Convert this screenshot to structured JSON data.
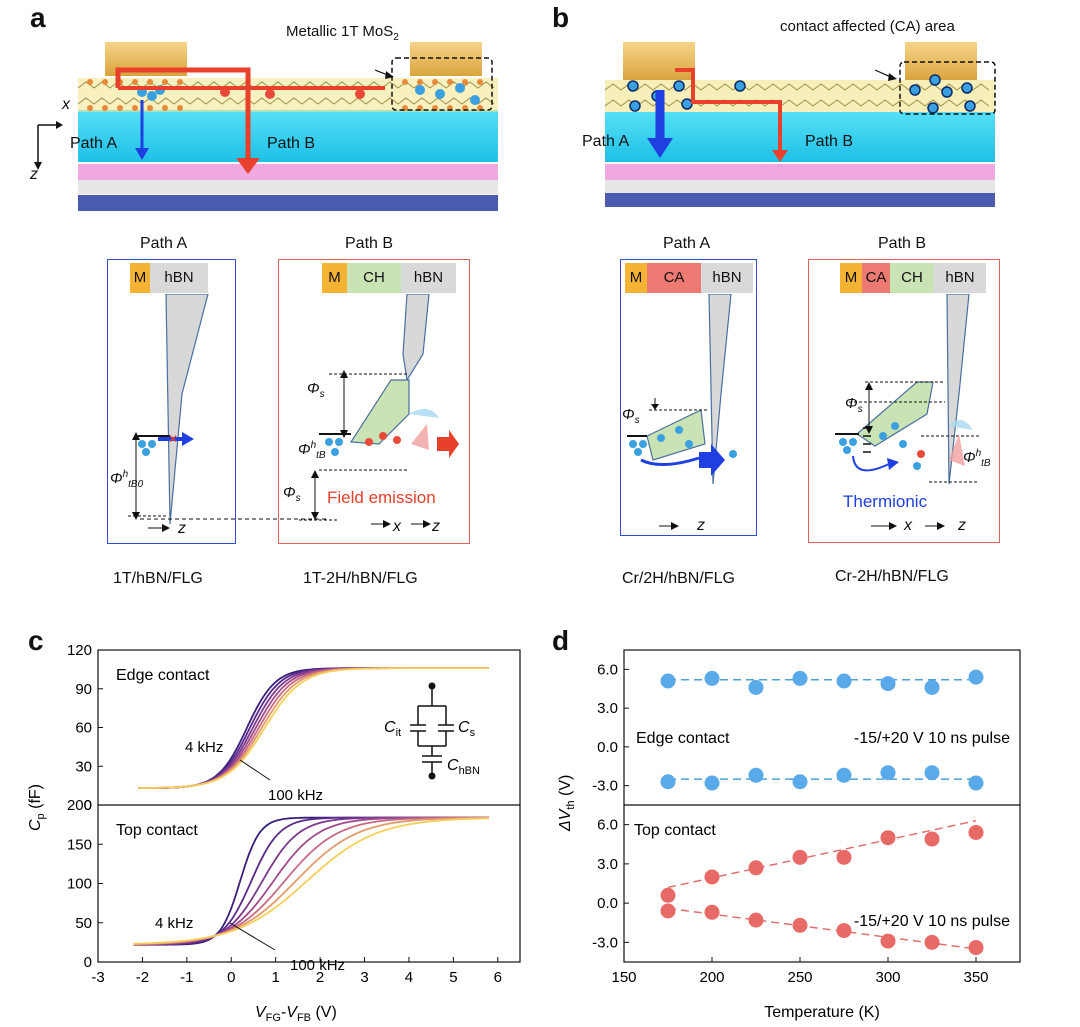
{
  "panels": {
    "a": "a",
    "b": "b",
    "c": "c",
    "d": "d"
  },
  "a": {
    "metallic_label": "Metallic 1T MoS",
    "metallic_sub": "2",
    "axis_x": "x",
    "axis_z": "z",
    "path_a": "Path A",
    "path_b": "Path B",
    "diagA": {
      "title": "Path A",
      "bar": [
        "M",
        "hBN"
      ],
      "phi_label": "Φ",
      "phi_sup": "h",
      "phi_sub": "tB0",
      "axis_z": "z",
      "caption": "1T/hBN/FLG"
    },
    "diagB": {
      "title": "Path B",
      "bar": [
        "M",
        "CH",
        "hBN"
      ],
      "phi_s": "Φ",
      "phi_s_sub": "s",
      "phi_tb": "Φ",
      "phi_tb_sup": "h",
      "phi_tb_sub": "tB",
      "field_emission": "Field emission",
      "axis_x": "x",
      "axis_z": "z",
      "caption": "1T-2H/hBN/FLG"
    }
  },
  "b": {
    "ca_label": "contact affected (CA) area",
    "path_a": "Path A",
    "path_b": "Path B",
    "diagA": {
      "title": "Path A",
      "bar": [
        "M",
        "CA",
        "hBN"
      ],
      "phi_s": "Φ",
      "phi_s_sub": "s",
      "axis_z": "z",
      "caption": "Cr/2H/hBN/FLG"
    },
    "diagB": {
      "title": "Path B",
      "bar": [
        "M",
        "CA",
        "CH",
        "hBN"
      ],
      "phi_s": "Φ",
      "phi_s_sub": "s",
      "phi_tb": "Φ",
      "phi_tb_sup": "h",
      "phi_tb_sub": "tB",
      "thermionic": "Thermionic",
      "axis_x": "x",
      "axis_z": "z",
      "caption": "Cr-2H/hBN/FLG"
    }
  },
  "colors": {
    "metal": "#f5b335",
    "hbn": "#d9d9d9",
    "ch": "#c9e3b4",
    "ca": "#ec7a72",
    "frameA": "#2f4fd0",
    "frameB": "#e0625c",
    "arrowBlue": "#1f3fe0",
    "arrowRed": "#e8402a",
    "edge_dot": "#5aa9e8",
    "top_dot": "#e86a66"
  },
  "chart_data": [
    {
      "type": "line",
      "title": "",
      "xlabel": "V_FG-V_FB (V)",
      "xlabel_parts": [
        "V",
        "FG",
        "-",
        "V",
        "FB",
        " (V)"
      ],
      "ylabel_parts": [
        "C",
        "p",
        " (fF)"
      ],
      "xlim": [
        -3,
        6.5
      ],
      "xticks": [
        "-3",
        "-2",
        "-1",
        "0",
        "1",
        "2",
        "3",
        "4",
        "5",
        "6"
      ],
      "subplots": [
        {
          "label": "Edge contact",
          "ylim": [
            0,
            120
          ],
          "yticks": [
            "0",
            "30",
            "60",
            "90",
            "120"
          ],
          "ann_low": "4 kHz",
          "ann_high": "100 kHz",
          "curve": {
            "low": 13,
            "high": 106,
            "start": -2.1,
            "end": 5.8,
            "v0_first": 0.35,
            "v0_last": 0.75,
            "w_first": 0.32,
            "w_last": 0.42
          },
          "n_series": 7,
          "inset": {
            "c_it": "C",
            "c_it_sub": "it",
            "c_s": "C",
            "c_s_sub": "s",
            "c_hbn": "C",
            "c_hbn_sub": "hBN"
          }
        },
        {
          "label": "Top contact",
          "ylim": [
            0,
            200
          ],
          "yticks": [
            "0",
            "50",
            "100",
            "150",
            "200"
          ],
          "ann_low": "4 kHz",
          "ann_high": "100 kHz",
          "curve": {
            "low": 22,
            "high": 184,
            "start": -2.2,
            "end": 5.8,
            "v0_first": 0.2,
            "v0_last": 1.7,
            "w_first": 0.22,
            "w_last": 0.8
          },
          "n_series": 7
        }
      ],
      "series_colors": [
        "#3a1f7a",
        "#5a2a8c",
        "#7b3a8e",
        "#a14a8a",
        "#c76a82",
        "#e39a6a",
        "#f5cf5a"
      ]
    },
    {
      "type": "scatter",
      "title": "",
      "xlabel": "Temperature (K)",
      "ylabel_parts": [
        "ΔV",
        "th",
        " (V)"
      ],
      "xlim": [
        150,
        375
      ],
      "xticks": [
        "150",
        "200",
        "250",
        "300",
        "350"
      ],
      "x": [
        175,
        200,
        225,
        250,
        275,
        300,
        325,
        350
      ],
      "subplots": [
        {
          "label": "Edge contact",
          "pulse": "-15/+20 V 10 ns pulse",
          "ylim": [
            -4.5,
            7.5
          ],
          "yticks": [
            "-3.0",
            "0.0",
            "3.0",
            "6.0"
          ],
          "series": [
            {
              "values": [
                5.1,
                5.3,
                4.6,
                5.3,
                5.1,
                4.9,
                4.6,
                5.4
              ],
              "fit": [
                5.2,
                5.2
              ]
            },
            {
              "values": [
                -2.7,
                -2.8,
                -2.2,
                -2.7,
                -2.2,
                -2.0,
                -2.0,
                -2.8
              ],
              "fit": [
                -2.5,
                -2.5
              ]
            }
          ]
        },
        {
          "label": "Top contact",
          "pulse": "-15/+20 V 10 ns pulse",
          "ylim": [
            -4.5,
            7.5
          ],
          "yticks": [
            "-3.0",
            "0.0",
            "3.0",
            "6.0"
          ],
          "series": [
            {
              "values": [
                0.6,
                2.0,
                2.7,
                3.5,
                3.5,
                5.0,
                4.9,
                5.4
              ],
              "fit": [
                1.2,
                6.3
              ]
            },
            {
              "values": [
                -0.6,
                -0.7,
                -1.3,
                -1.7,
                -2.1,
                -2.9,
                -3.0,
                -3.4
              ],
              "fit": [
                -0.4,
                -3.5
              ]
            }
          ]
        }
      ]
    }
  ]
}
